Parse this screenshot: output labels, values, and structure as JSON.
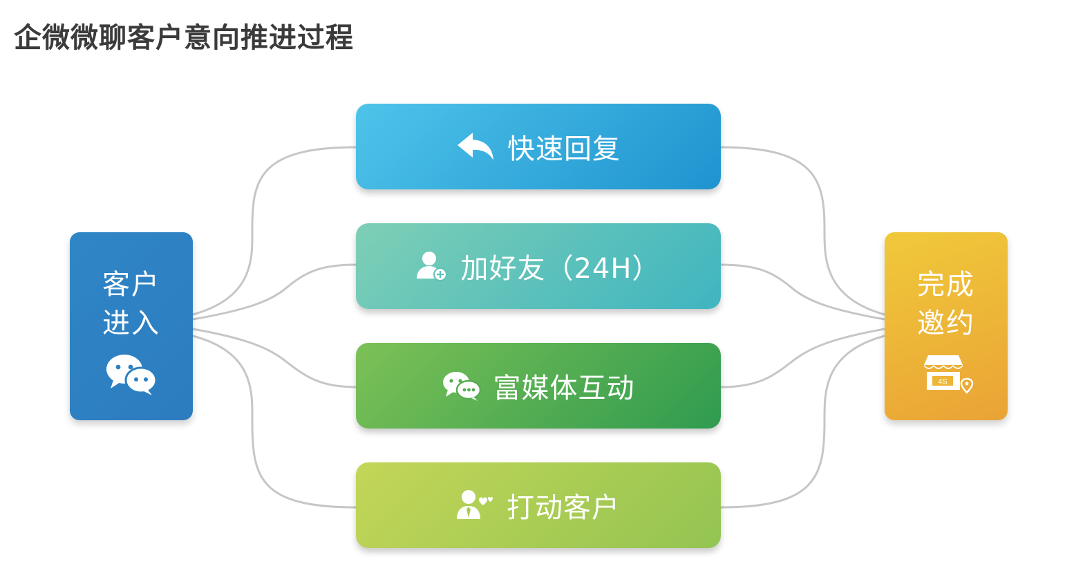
{
  "title": "企微微聊客户意向推进过程",
  "start_node": {
    "label": "客户进入",
    "icon": "wechat-icon",
    "color": "#2c80c2"
  },
  "end_node": {
    "label": "完成邀约",
    "icon": "store-4s-location-icon",
    "store_badge": "4S",
    "color": "#eeb636"
  },
  "steps": [
    {
      "label": "快速回复",
      "icon": "reply-arrow-icon",
      "color": "#2ea6dc"
    },
    {
      "label": "加好友（24H）",
      "icon": "add-user-icon",
      "color": "#5bc2bb"
    },
    {
      "label": "富媒体互动",
      "icon": "chat-bubbles-icon",
      "color": "#56ad52"
    },
    {
      "label": "打动客户",
      "icon": "user-heart-icon",
      "color": "#abcd55"
    }
  ],
  "connector_color": "#c6c6c6"
}
